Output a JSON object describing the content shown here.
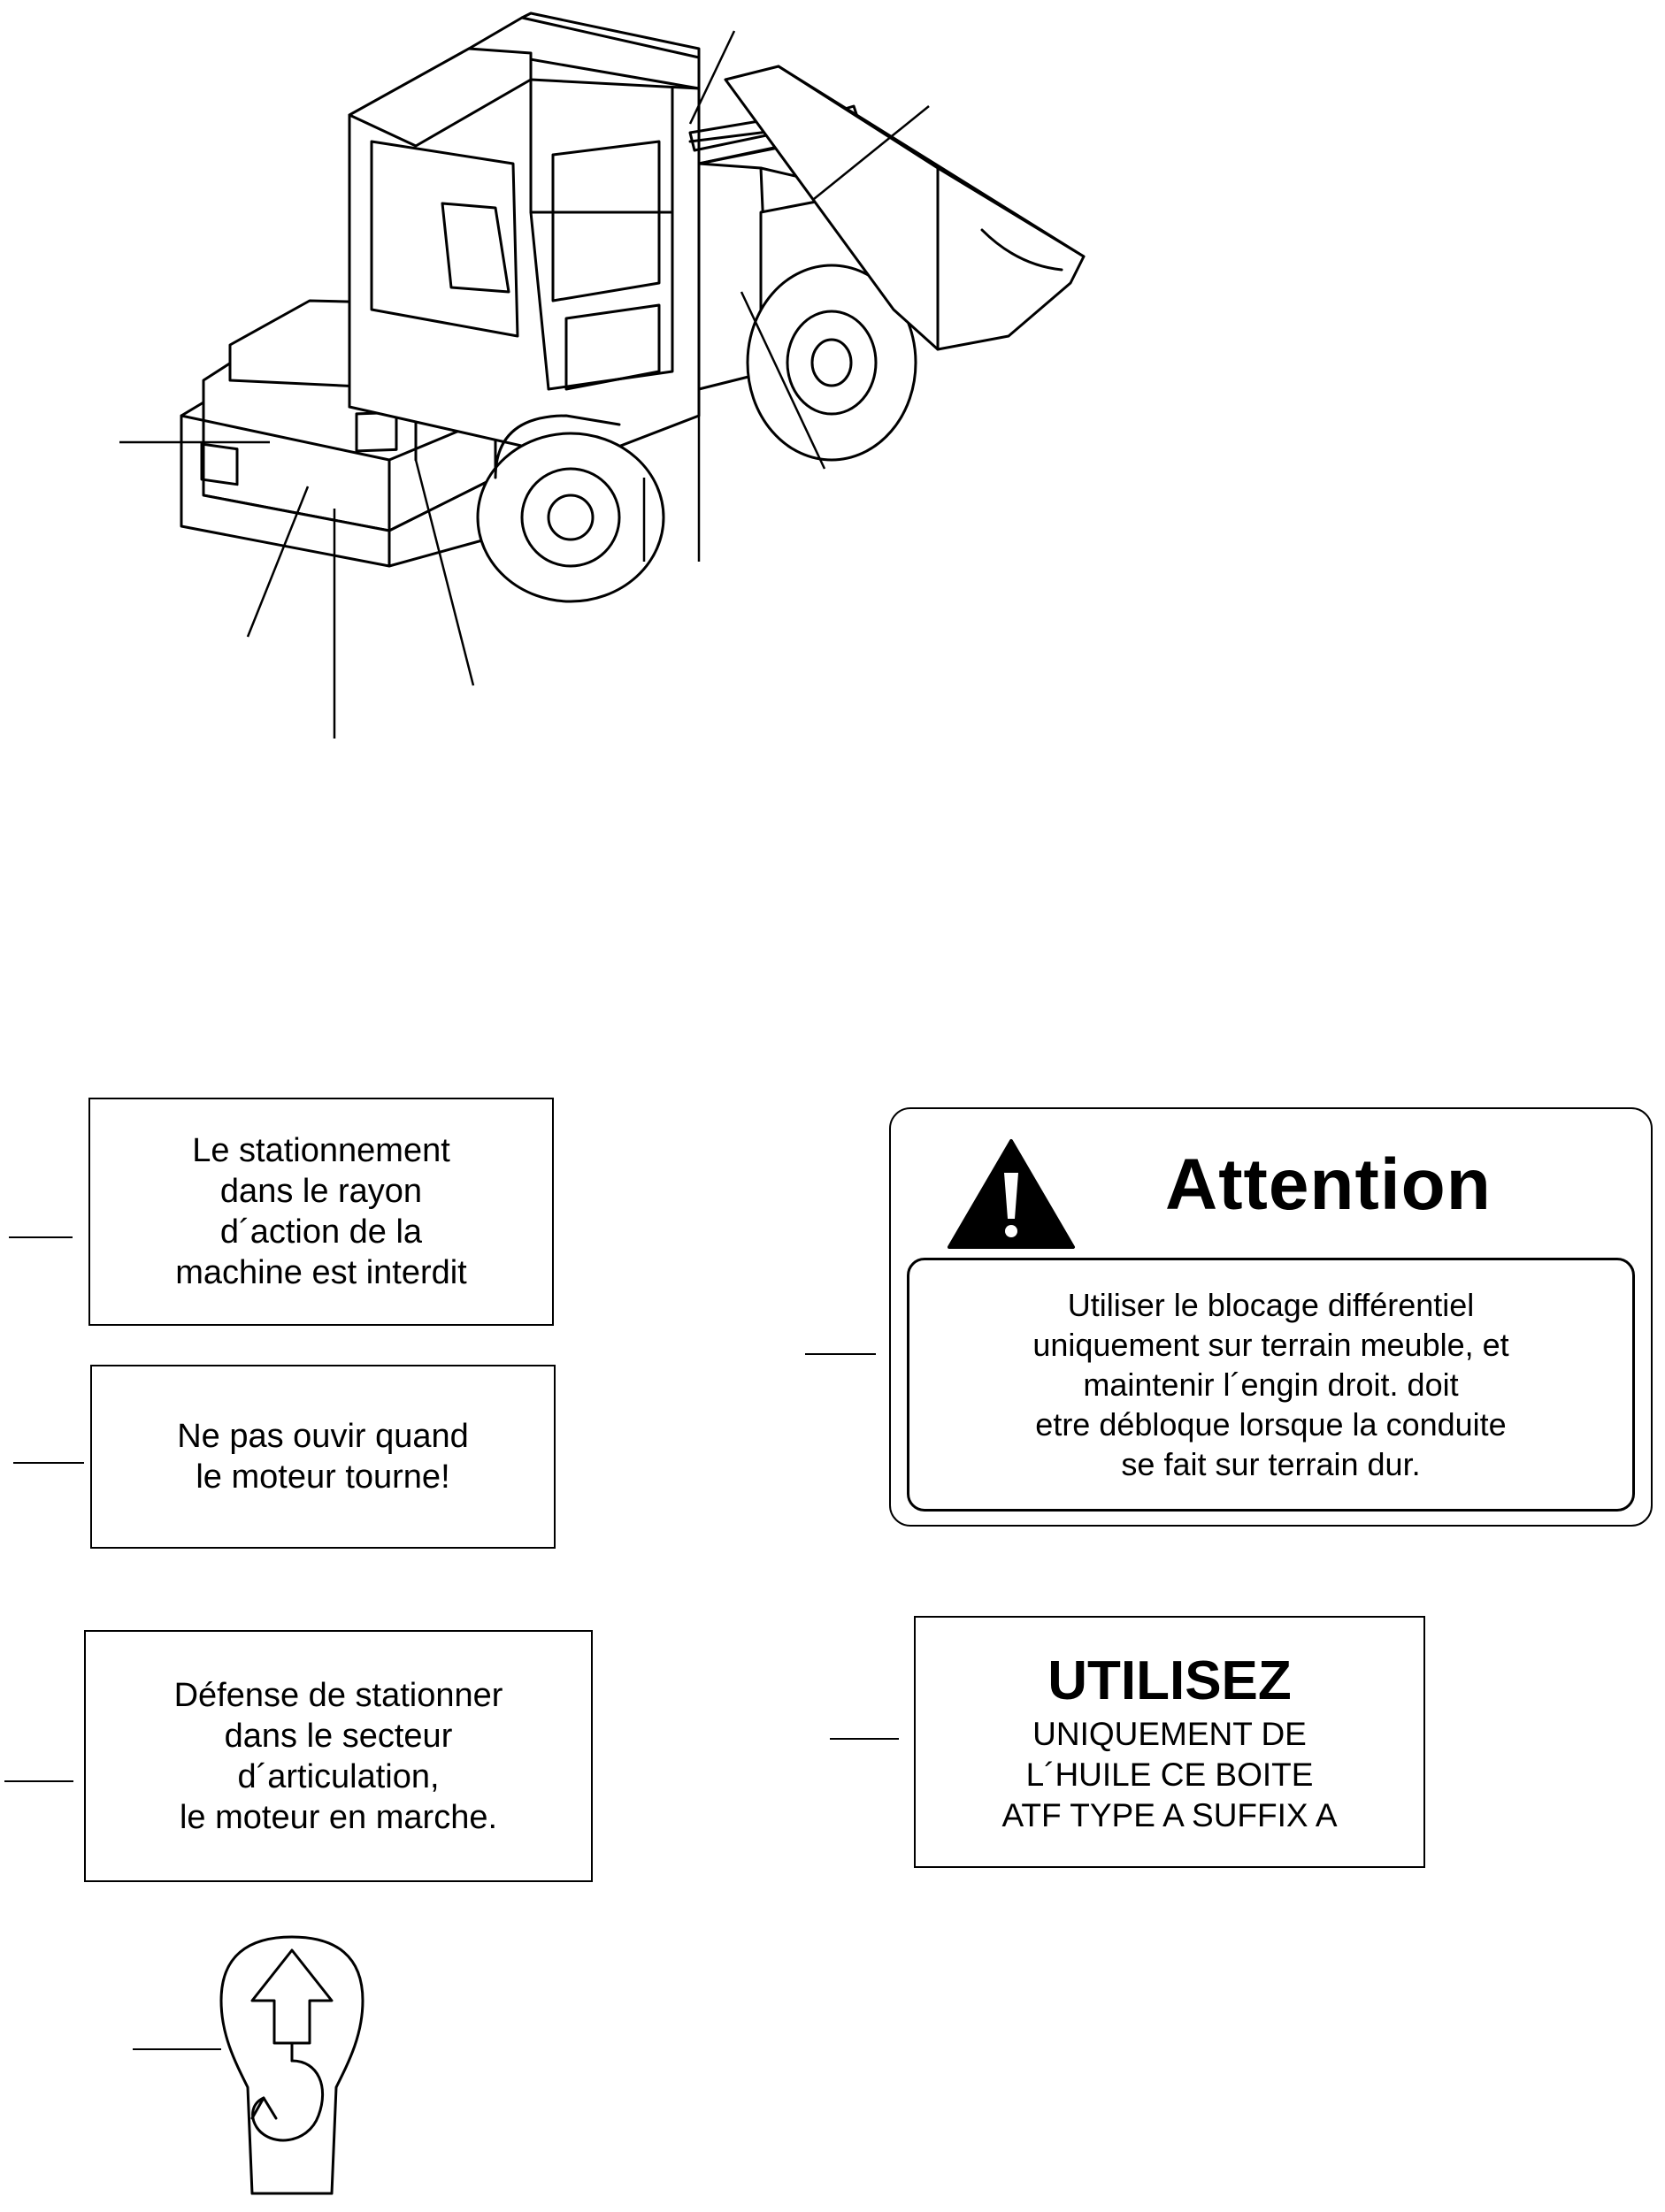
{
  "labels": {
    "rayon": {
      "lines": [
        "Le stationnement",
        "dans le rayon",
        "d´action de la",
        "machine est interdit"
      ]
    },
    "ouvrir": {
      "lines": [
        "Ne pas ouvir quand",
        "le moteur tourne!"
      ]
    },
    "articulation": {
      "lines": [
        "Défense de stationner",
        "dans le secteur",
        "d´articulation,",
        "le moteur en marche."
      ]
    },
    "attention": {
      "title": "Attention",
      "lines": [
        "Utiliser le blocage différentiel",
        "uniquement sur terrain meuble, et",
        "maintenir l´engin droit. doit",
        "etre débloque lorsque la conduite",
        "se fait sur terrain dur."
      ]
    },
    "utilisez": {
      "title": "UTILISEZ",
      "lines": [
        "UNIQUEMENT DE",
        "L´HUILE CE BOITE",
        "ATF TYPE A SUFFIX A"
      ]
    }
  },
  "icons": {
    "warning": "warning-triangle-icon",
    "lifting_hook": "lifting-hook-arrow-icon"
  },
  "colors": {
    "ink": "#000000",
    "paper": "#ffffff"
  }
}
